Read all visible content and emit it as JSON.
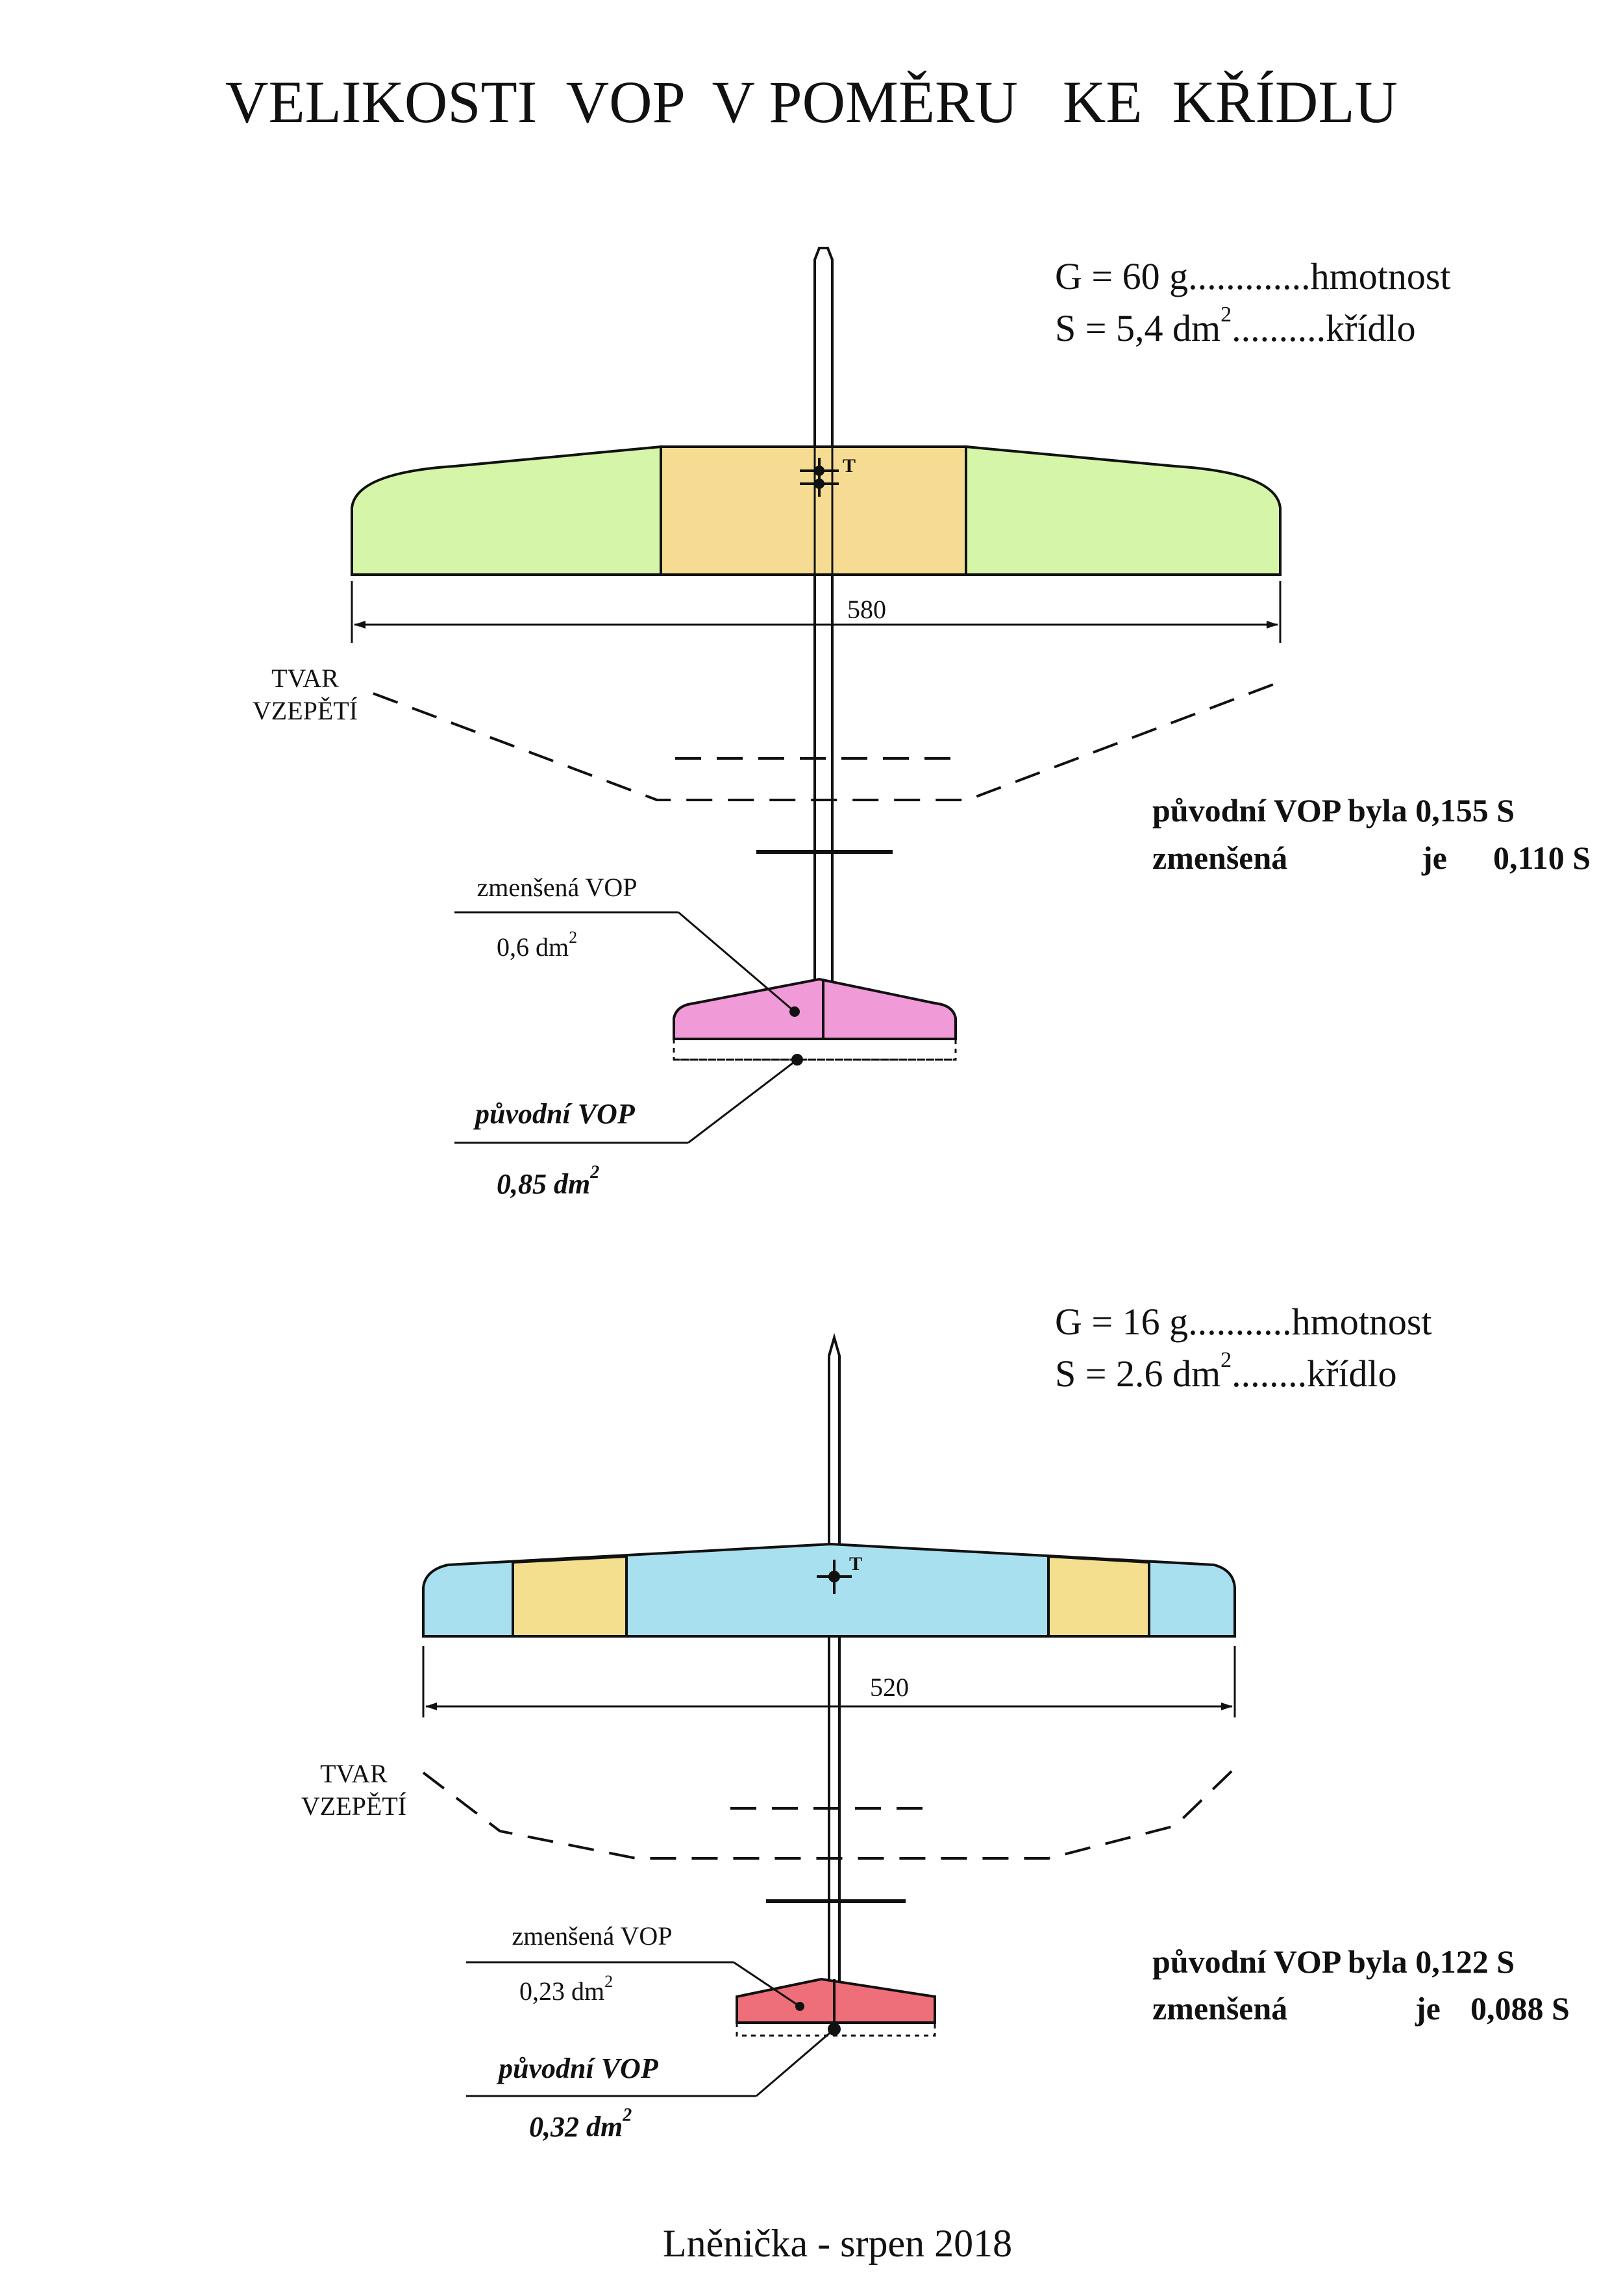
{
  "title": "VELIKOSTI  VOP  V POMĚRU   KE  KŘÍDLU",
  "colors": {
    "wing1_tip": "#d5f5a8",
    "wing1_center": "#f6dc92",
    "vop1": "#f09ad8",
    "wing2_main": "#a9e0ef",
    "wing2_insert": "#f3df8e",
    "vop2": "#ee6f7a"
  },
  "plane1": {
    "spec_g": "G = 60 g.............hmotnost",
    "spec_s_main": "S = 5,4 dm",
    "spec_s_exp": "2",
    "spec_s_rest": "..........křídlo",
    "cg_mark": "T",
    "span": "580",
    "dihedral_label_1": "TVAR",
    "dihedral_label_2": "VZEPĚTÍ",
    "reduced_label": "zmenšená VOP",
    "reduced_area": "0,6 dm",
    "reduced_area_exp": "2",
    "original_label": "původní  VOP",
    "original_area": "0,85 dm",
    "original_area_exp": "2",
    "ratio_line1": "původní  VOP byla 0,155 S",
    "ratio_line2_a": "zmenšená",
    "ratio_line2_b": "je",
    "ratio_line2_c": "0,110 S"
  },
  "plane2": {
    "spec_g": "G = 16 g...........hmotnost",
    "spec_s_main": "S = 2.6 dm",
    "spec_s_exp": "2",
    "spec_s_rest": "........křídlo",
    "cg_mark": "T",
    "span": "520",
    "dihedral_label_1": "TVAR",
    "dihedral_label_2": "VZEPĚTÍ",
    "reduced_label": "zmenšená VOP",
    "reduced_area": "0,23 dm",
    "reduced_area_exp": "2",
    "original_label": "původní VOP",
    "original_area": "0,32 dm",
    "original_area_exp": "2",
    "ratio_line1": "původní VOP byla 0,122 S",
    "ratio_line2_a": "zmenšená",
    "ratio_line2_b": "je",
    "ratio_line2_c": "0,088 S"
  },
  "footer": "Lněnička - srpen 2018"
}
